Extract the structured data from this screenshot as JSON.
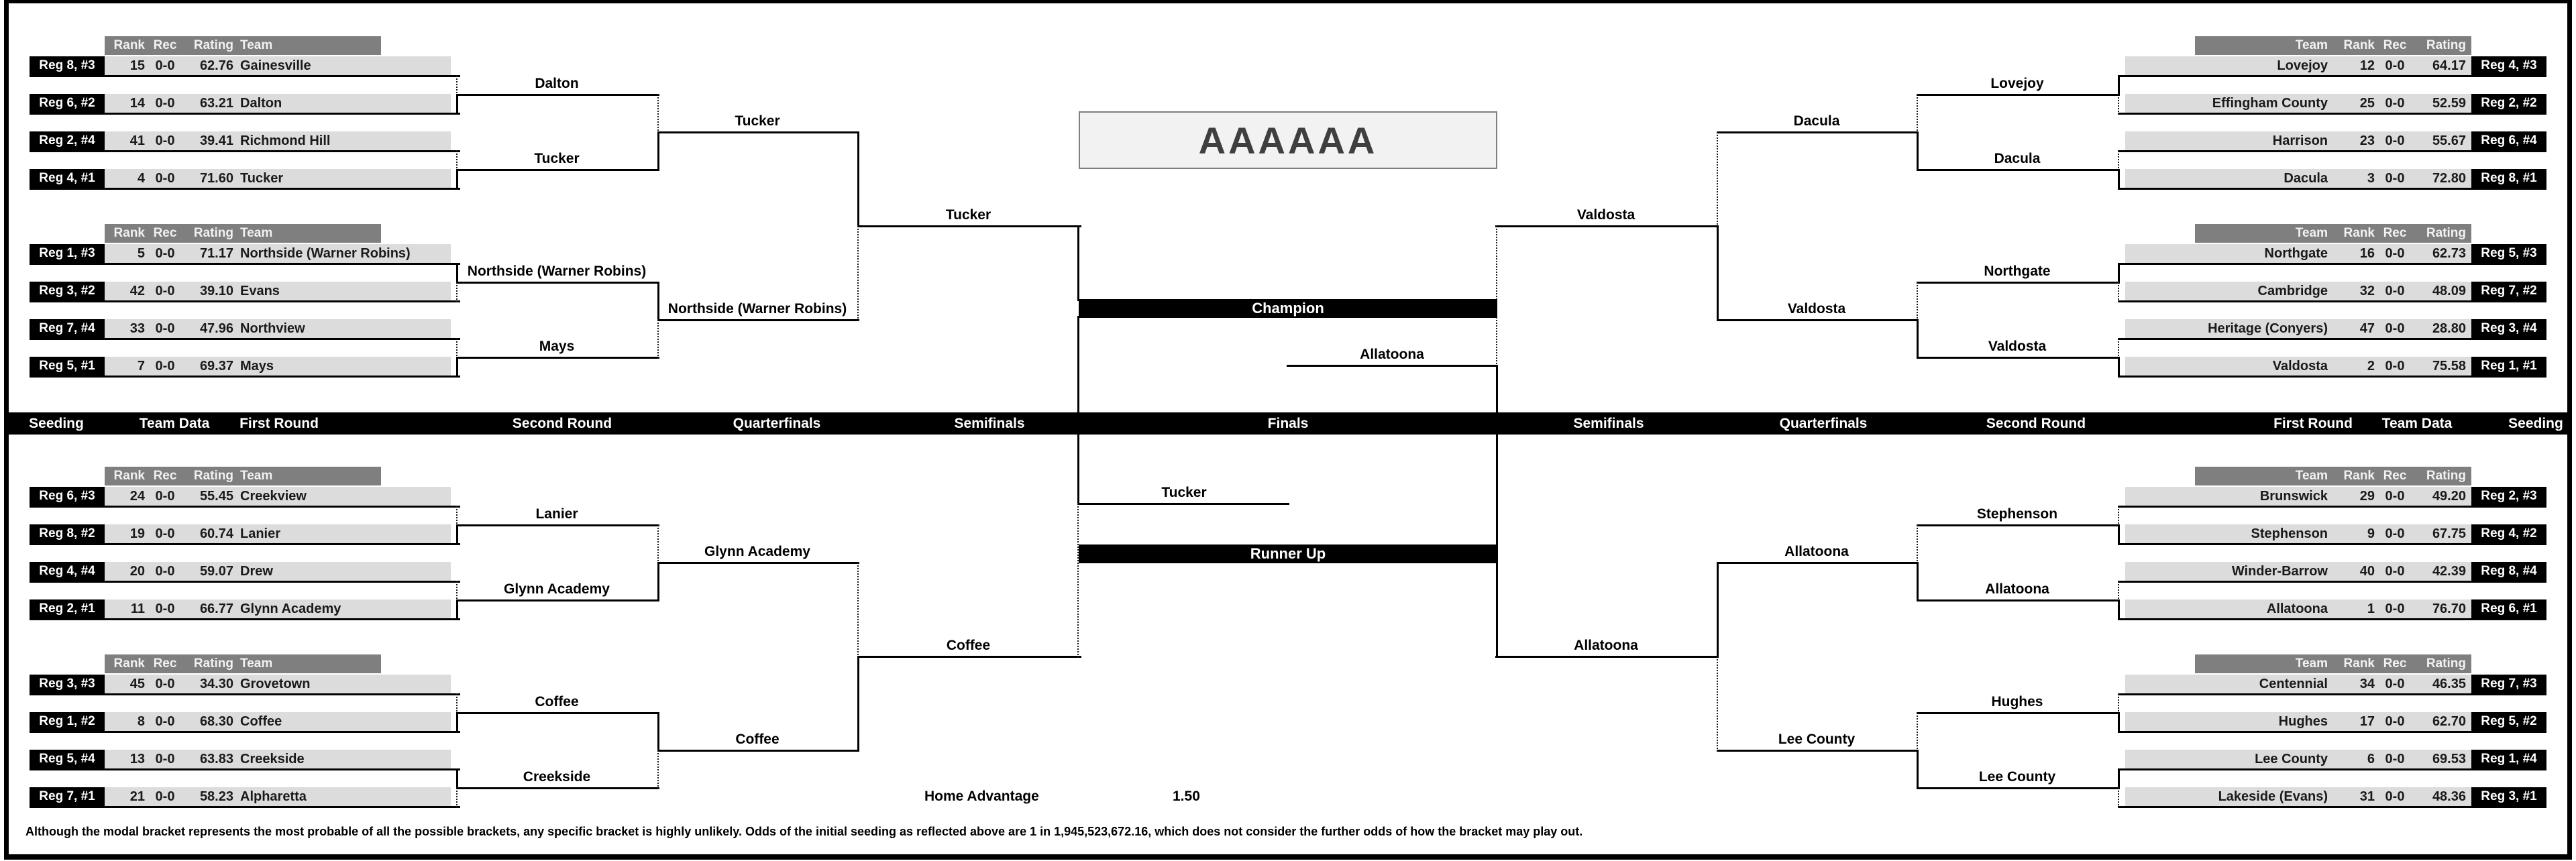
{
  "title": "AAAAAA",
  "bars": {
    "champion": "Champion",
    "runner_up": "Runner Up"
  },
  "round_band": [
    "Seeding",
    "Team Data",
    "First Round",
    "Second Round",
    "Quarterfinals",
    "Semifinals",
    "Finals",
    "Semifinals",
    "Quarterfinals",
    "Second Round",
    "First Round",
    "Team Data",
    "Seeding"
  ],
  "table_headers": {
    "left": [
      "Rank",
      "Rec",
      "Rating",
      "Team"
    ],
    "right": [
      "Team",
      "Rank",
      "Rec",
      "Rating"
    ]
  },
  "home_advantage": {
    "label": "Home Advantage",
    "value": "1.50"
  },
  "footnote": "Although the modal bracket represents the most probable of all the possible brackets, any specific bracket is highly unlikely.  Odds of the initial seeding as reflected above are 1 in 1,945,523,672.16, which does not consider the further odds of how the bracket may play out.",
  "left": {
    "groups": [
      {
        "teams": [
          {
            "seed": "Reg 8, #3",
            "rank": "15",
            "rec": "0-0",
            "rating": "62.76",
            "team": "Gainesville"
          },
          {
            "seed": "Reg 6, #2",
            "rank": "14",
            "rec": "0-0",
            "rating": "63.21",
            "team": "Dalton"
          },
          {
            "seed": "Reg 2, #4",
            "rank": "41",
            "rec": "0-0",
            "rating": "39.41",
            "team": "Richmond Hill"
          },
          {
            "seed": "Reg 4, #1",
            "rank": "4",
            "rec": "0-0",
            "rating": "71.60",
            "team": "Tucker"
          }
        ]
      },
      {
        "teams": [
          {
            "seed": "Reg 1, #3",
            "rank": "5",
            "rec": "0-0",
            "rating": "71.17",
            "team": "Northside (Warner Robins)"
          },
          {
            "seed": "Reg 3, #2",
            "rank": "42",
            "rec": "0-0",
            "rating": "39.10",
            "team": "Evans"
          },
          {
            "seed": "Reg 7, #4",
            "rank": "33",
            "rec": "0-0",
            "rating": "47.96",
            "team": "Northview"
          },
          {
            "seed": "Reg 5, #1",
            "rank": "7",
            "rec": "0-0",
            "rating": "69.37",
            "team": "Mays"
          }
        ]
      },
      {
        "teams": [
          {
            "seed": "Reg 6, #3",
            "rank": "24",
            "rec": "0-0",
            "rating": "55.45",
            "team": "Creekview"
          },
          {
            "seed": "Reg 8, #2",
            "rank": "19",
            "rec": "0-0",
            "rating": "60.74",
            "team": "Lanier"
          },
          {
            "seed": "Reg 4, #4",
            "rank": "20",
            "rec": "0-0",
            "rating": "59.07",
            "team": "Drew"
          },
          {
            "seed": "Reg 2, #1",
            "rank": "11",
            "rec": "0-0",
            "rating": "66.77",
            "team": "Glynn Academy"
          }
        ]
      },
      {
        "teams": [
          {
            "seed": "Reg 3, #3",
            "rank": "45",
            "rec": "0-0",
            "rating": "34.30",
            "team": "Grovetown"
          },
          {
            "seed": "Reg 1, #2",
            "rank": "8",
            "rec": "0-0",
            "rating": "68.30",
            "team": "Coffee"
          },
          {
            "seed": "Reg 5, #4",
            "rank": "13",
            "rec": "0-0",
            "rating": "63.83",
            "team": "Creekside"
          },
          {
            "seed": "Reg 7, #1",
            "rank": "21",
            "rec": "0-0",
            "rating": "58.23",
            "team": "Alpharetta"
          }
        ]
      }
    ],
    "second_round": [
      "Dalton",
      "Tucker",
      "Northside (Warner Robins)",
      "Mays",
      "Lanier",
      "Glynn Academy",
      "Coffee",
      "Creekside"
    ],
    "quarterfinals": [
      "Tucker",
      "Northside (Warner Robins)",
      "Glynn Academy",
      "Coffee"
    ],
    "semifinals": [
      "Tucker",
      "Coffee"
    ],
    "pair_winners": [
      "bottom",
      "bottom",
      "top",
      "bottom",
      "bottom",
      "bottom",
      "bottom",
      "top"
    ],
    "qf_winners": [
      "bottom",
      "top",
      "bottom",
      "top"
    ],
    "sf_winners": [
      "top",
      "bottom"
    ]
  },
  "right": {
    "groups": [
      {
        "teams": [
          {
            "seed": "Reg 4, #3",
            "rank": "12",
            "rec": "0-0",
            "rating": "64.17",
            "team": "Lovejoy"
          },
          {
            "seed": "Reg 2, #2",
            "rank": "25",
            "rec": "0-0",
            "rating": "52.59",
            "team": "Effingham County"
          },
          {
            "seed": "Reg 6, #4",
            "rank": "23",
            "rec": "0-0",
            "rating": "55.67",
            "team": "Harrison"
          },
          {
            "seed": "Reg 8, #1",
            "rank": "3",
            "rec": "0-0",
            "rating": "72.80",
            "team": "Dacula"
          }
        ]
      },
      {
        "teams": [
          {
            "seed": "Reg 5, #3",
            "rank": "16",
            "rec": "0-0",
            "rating": "62.73",
            "team": "Northgate"
          },
          {
            "seed": "Reg 7, #2",
            "rank": "32",
            "rec": "0-0",
            "rating": "48.09",
            "team": "Cambridge"
          },
          {
            "seed": "Reg 3, #4",
            "rank": "47",
            "rec": "0-0",
            "rating": "28.80",
            "team": "Heritage (Conyers)"
          },
          {
            "seed": "Reg 1, #1",
            "rank": "2",
            "rec": "0-0",
            "rating": "75.58",
            "team": "Valdosta"
          }
        ]
      },
      {
        "teams": [
          {
            "seed": "Reg 2, #3",
            "rank": "29",
            "rec": "0-0",
            "rating": "49.20",
            "team": "Brunswick"
          },
          {
            "seed": "Reg 4, #2",
            "rank": "9",
            "rec": "0-0",
            "rating": "67.75",
            "team": "Stephenson"
          },
          {
            "seed": "Reg 8, #4",
            "rank": "40",
            "rec": "0-0",
            "rating": "42.39",
            "team": "Winder-Barrow"
          },
          {
            "seed": "Reg 6, #1",
            "rank": "1",
            "rec": "0-0",
            "rating": "76.70",
            "team": "Allatoona"
          }
        ]
      },
      {
        "teams": [
          {
            "seed": "Reg 7, #3",
            "rank": "34",
            "rec": "0-0",
            "rating": "46.35",
            "team": "Centennial"
          },
          {
            "seed": "Reg 5, #2",
            "rank": "17",
            "rec": "0-0",
            "rating": "62.70",
            "team": "Hughes"
          },
          {
            "seed": "Reg 1, #4",
            "rank": "6",
            "rec": "0-0",
            "rating": "69.53",
            "team": "Lee County"
          },
          {
            "seed": "Reg 3, #1",
            "rank": "31",
            "rec": "0-0",
            "rating": "48.36",
            "team": "Lakeside (Evans)"
          }
        ]
      }
    ],
    "second_round": [
      "Lovejoy",
      "Dacula",
      "Northgate",
      "Valdosta",
      "Stephenson",
      "Allatoona",
      "Hughes",
      "Lee County"
    ],
    "quarterfinals": [
      "Dacula",
      "Valdosta",
      "Allatoona",
      "Lee County"
    ],
    "semifinals": [
      "Valdosta",
      "Allatoona"
    ],
    "pair_winners": [
      "top",
      "bottom",
      "top",
      "bottom",
      "bottom",
      "bottom",
      "bottom",
      "top"
    ],
    "qf_winners": [
      "bottom",
      "bottom",
      "bottom",
      "bottom"
    ],
    "sf_winners": [
      "bottom",
      "top"
    ]
  },
  "finals": {
    "left": "Tucker",
    "right": "Allatoona"
  }
}
